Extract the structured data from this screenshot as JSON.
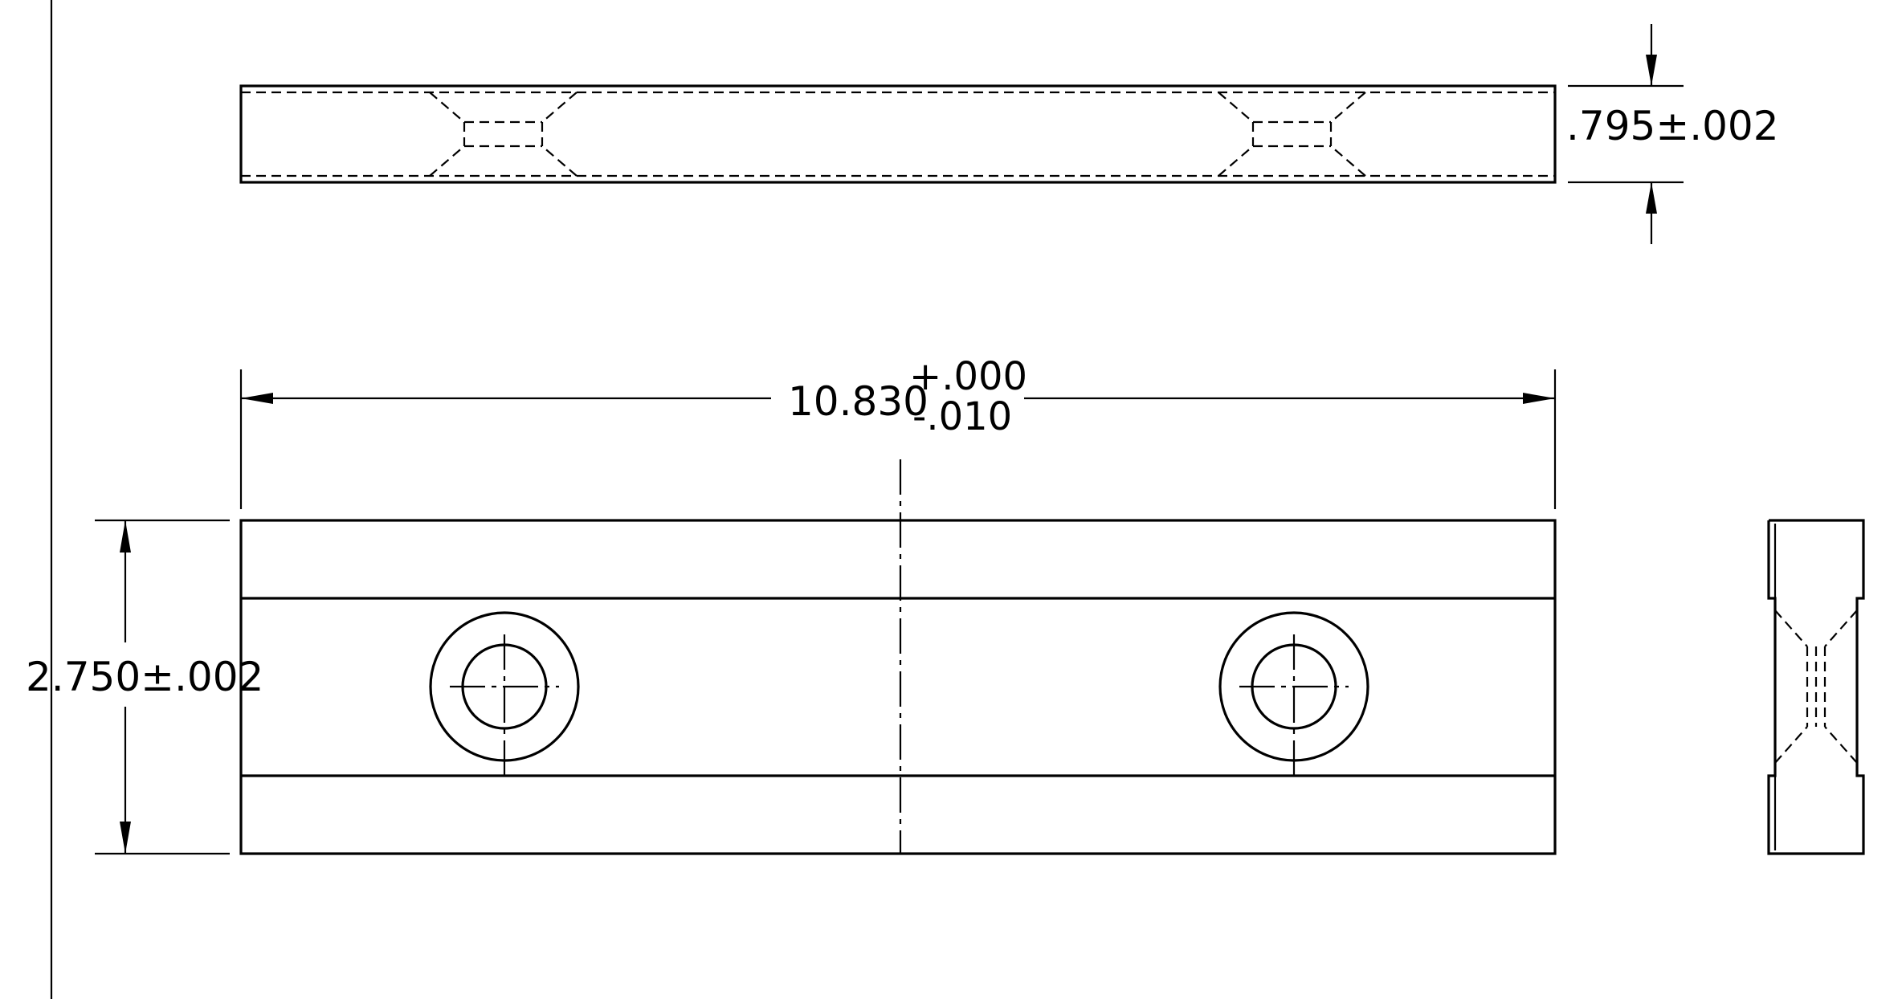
{
  "dimensions": {
    "thickness": ".795±.002",
    "length_nominal": "10.830",
    "length_tol_upper": "+.000",
    "length_tol_lower": "-.010",
    "height": "2.750±.002"
  }
}
